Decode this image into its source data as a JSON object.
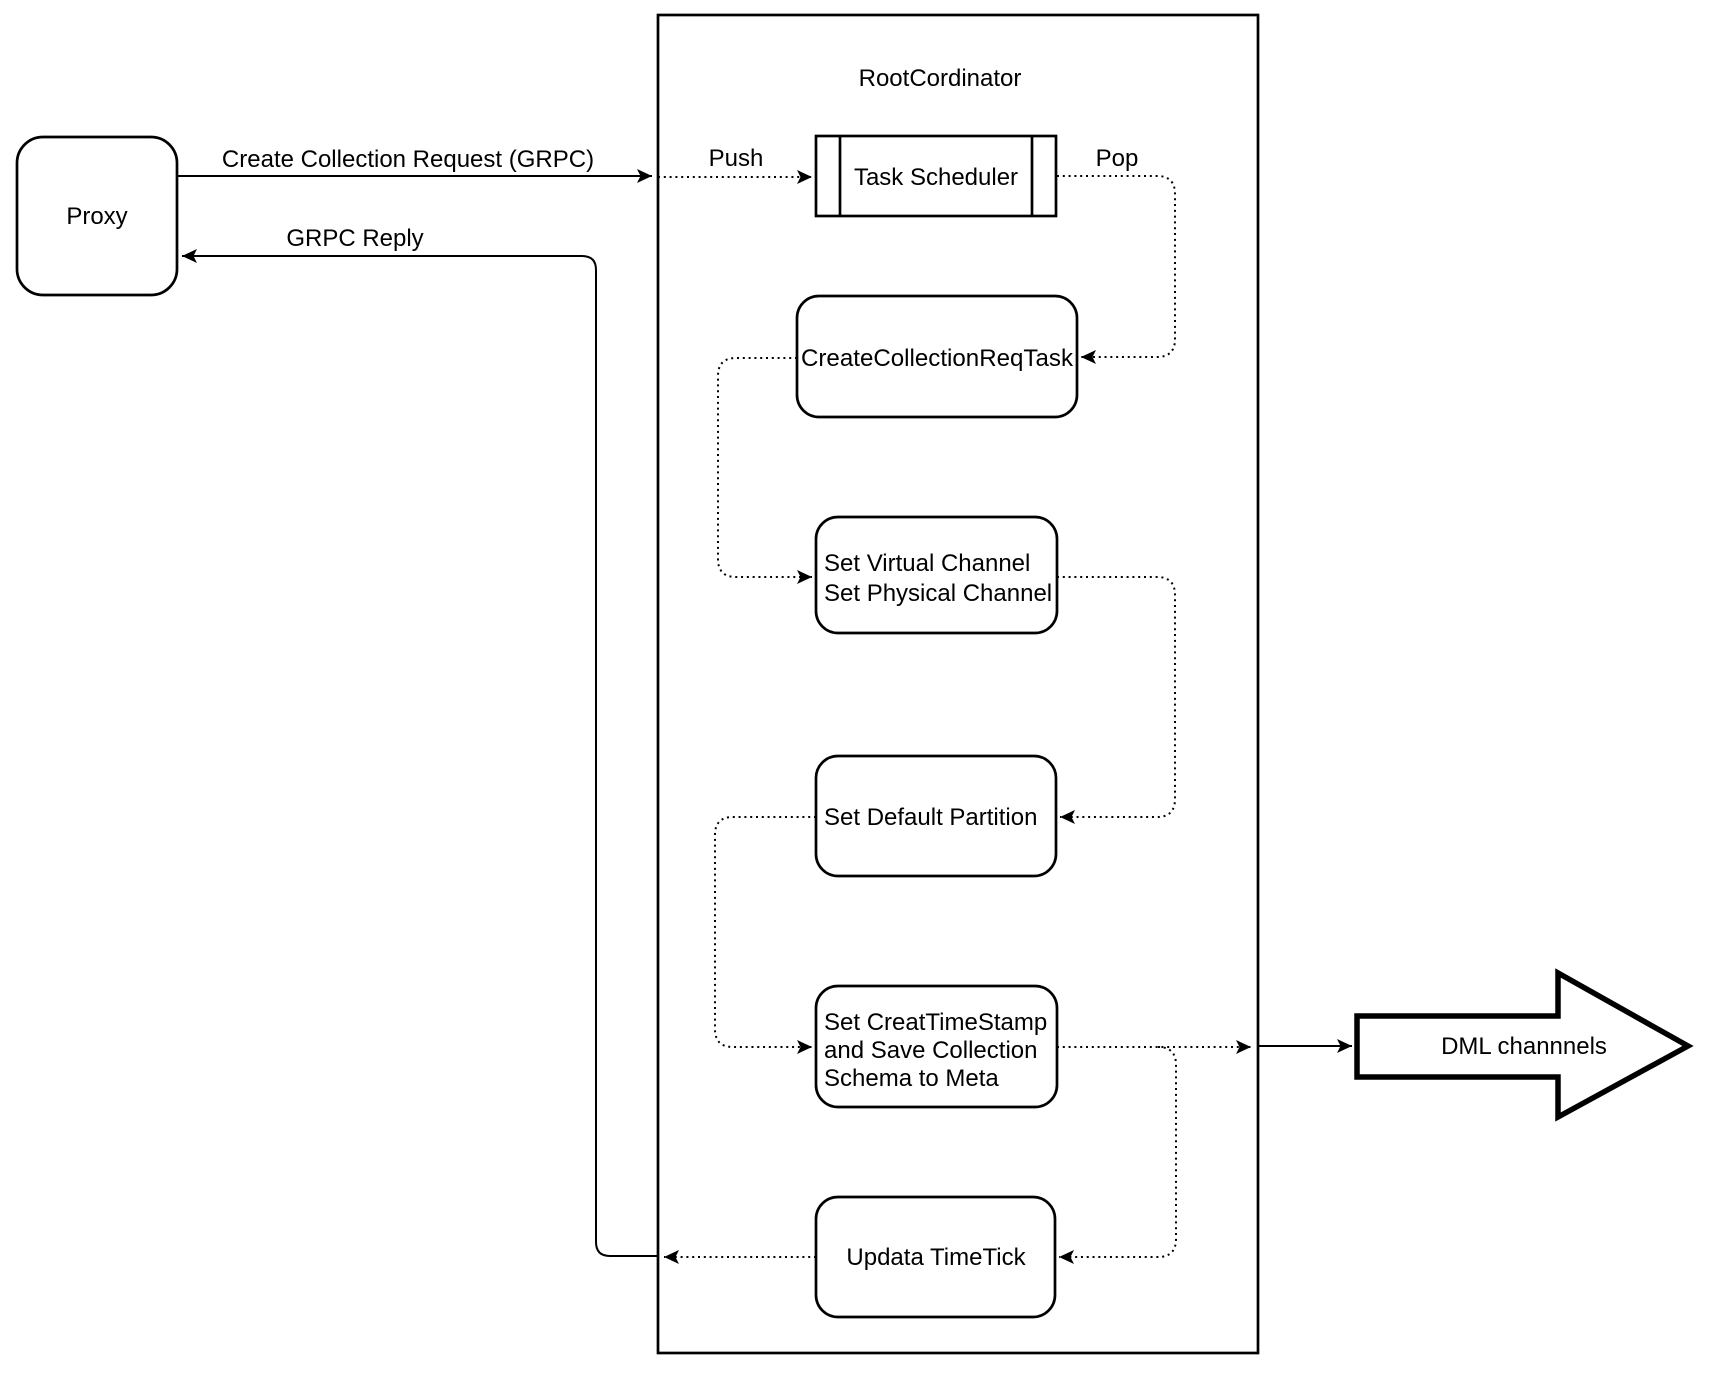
{
  "page": {
    "background": "#ffffff"
  },
  "diagram": {
    "container_title": "RootCordinator",
    "nodes": {
      "proxy": {
        "label": "Proxy"
      },
      "task_scheduler": {
        "label": "Task Scheduler"
      },
      "create_collection_req_task": {
        "label": "CreateCollectionReqTask"
      },
      "set_channel": {
        "lines": [
          "Set Virtual Channel",
          "Set Physical Channel"
        ]
      },
      "set_default_partition": {
        "label": "Set Default Partition"
      },
      "set_create_timestamp": {
        "lines": [
          "Set CreatTimeStamp",
          "and Save Collection",
          "Schema to Meta"
        ]
      },
      "update_timetick": {
        "label": "Updata TimeTick"
      },
      "dml_channels": {
        "label": "DML channnels"
      }
    },
    "edge_labels": {
      "create_collection_request": "Create Collection Request (GRPC)",
      "grpc_reply": "GRPC Reply",
      "push": "Push",
      "pop": "Pop"
    },
    "colors": {
      "stroke": "#000000",
      "fill": "#ffffff"
    }
  }
}
